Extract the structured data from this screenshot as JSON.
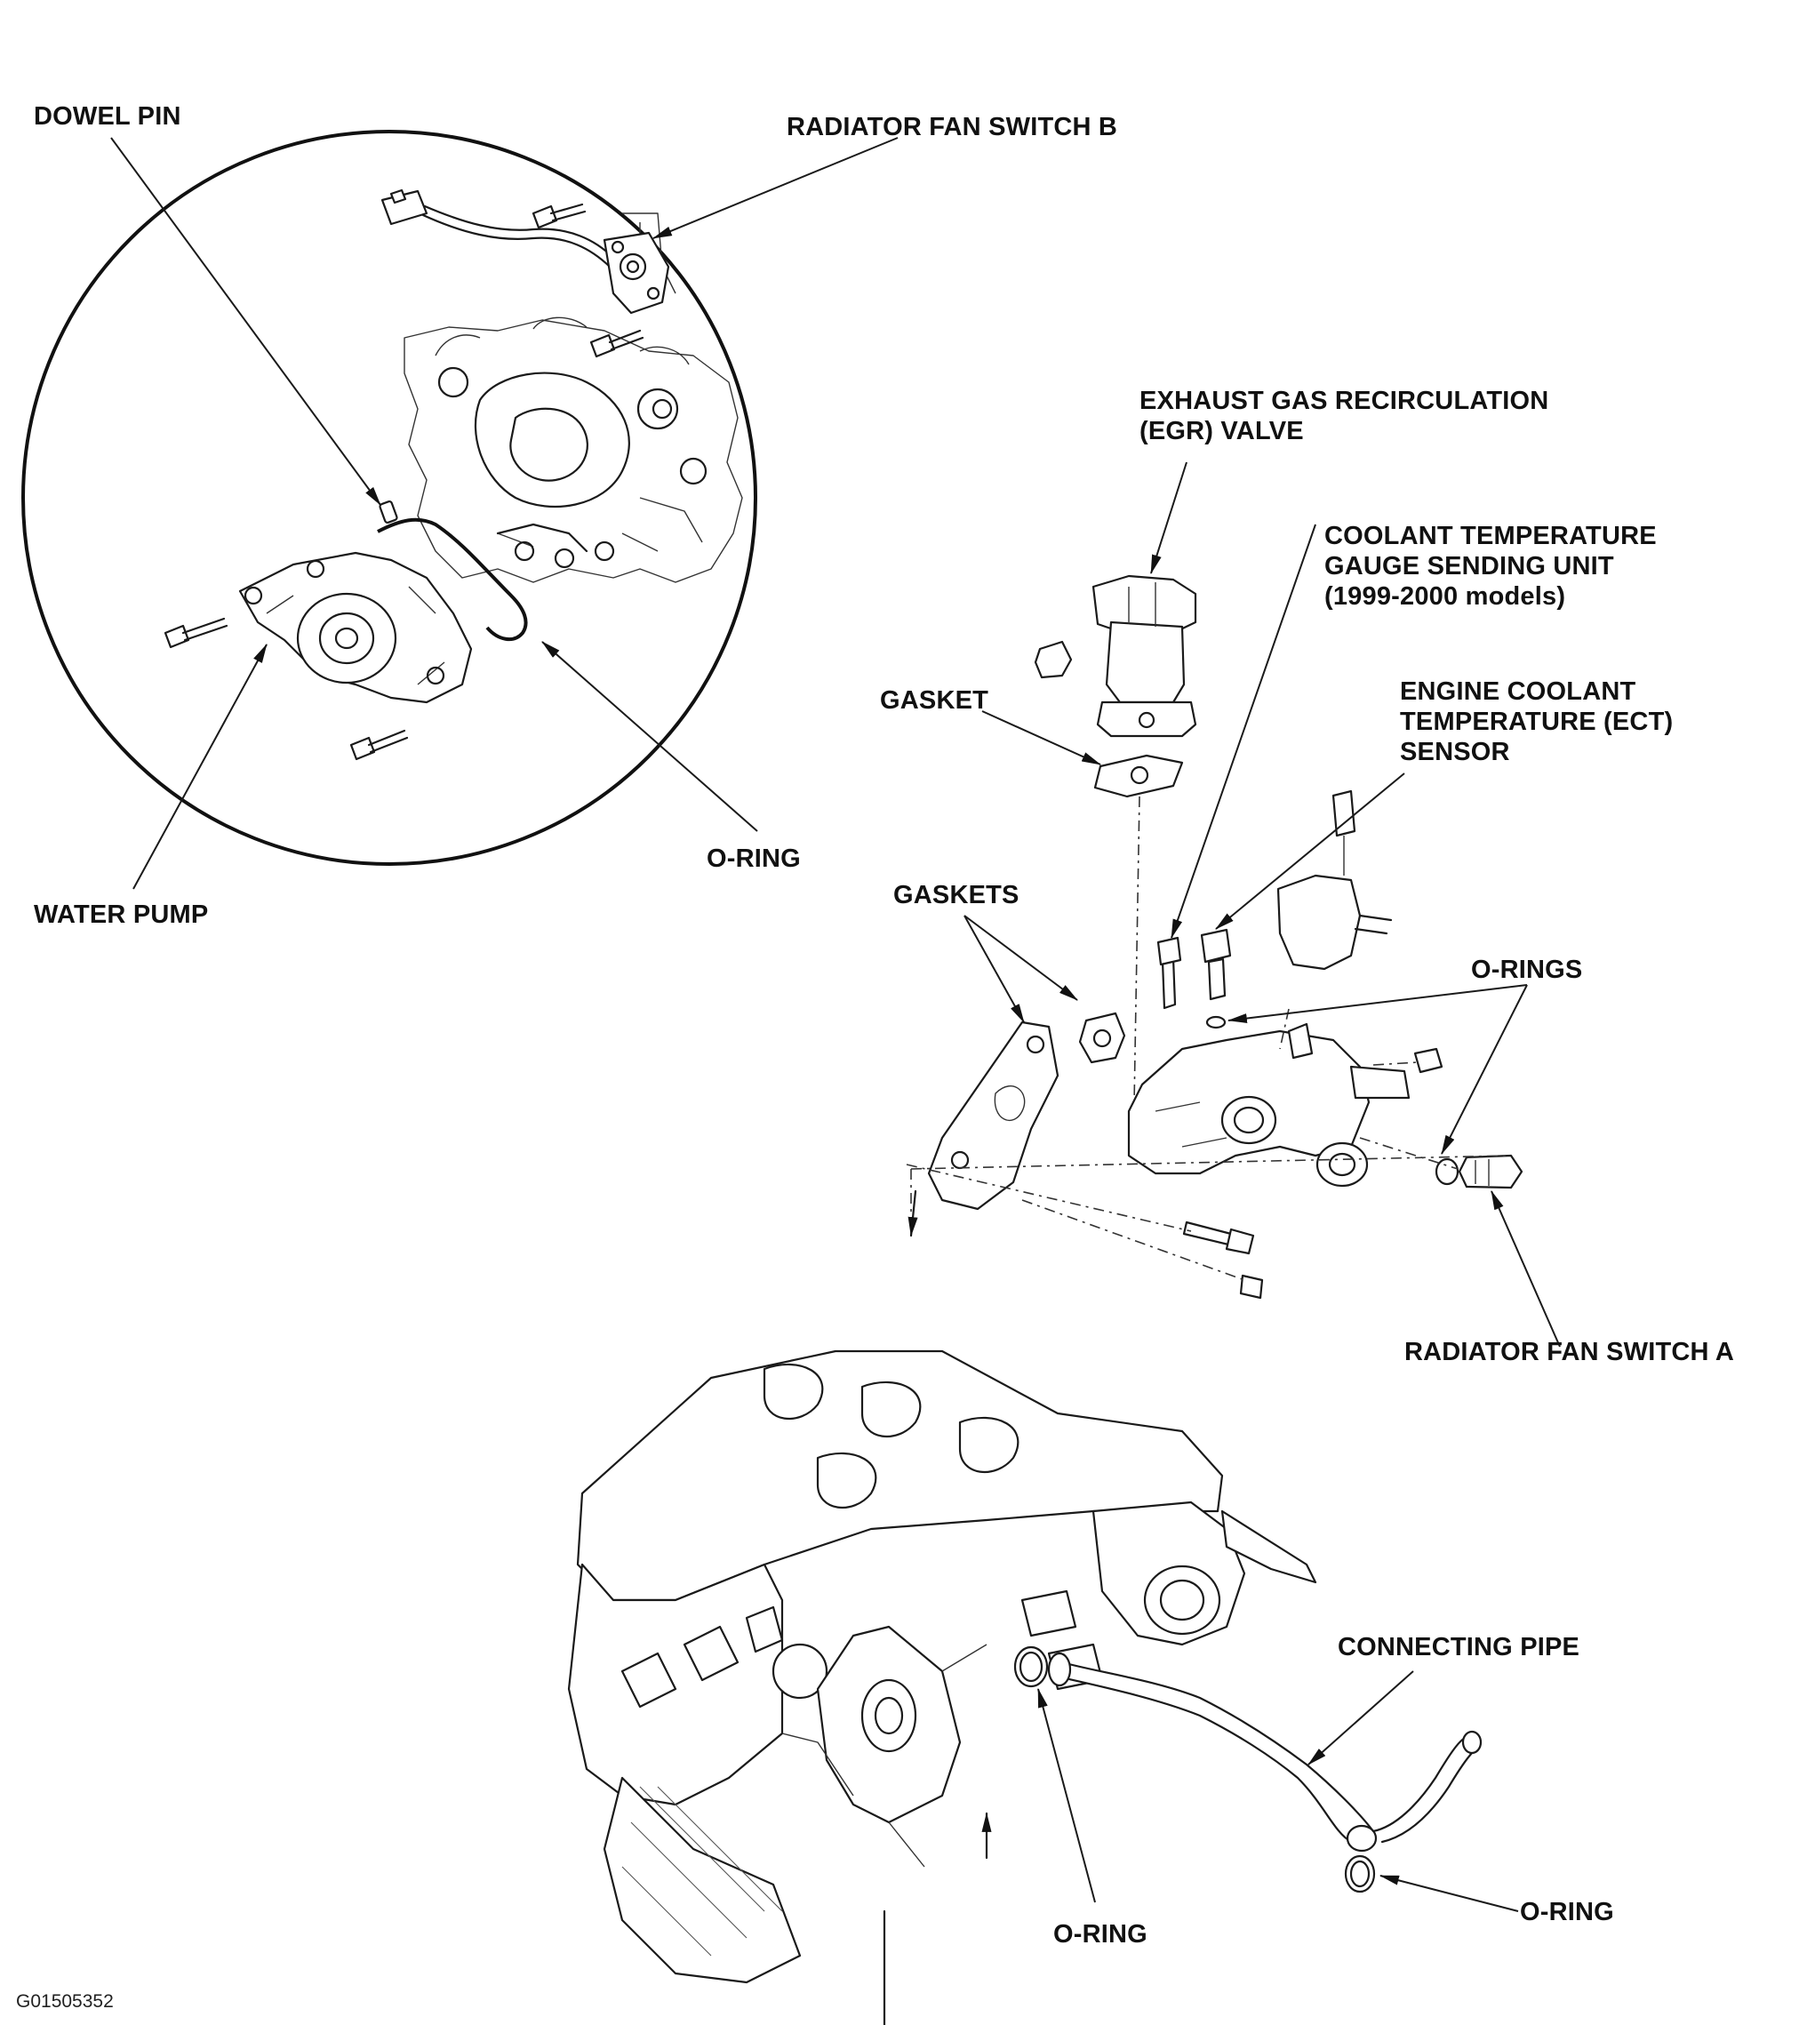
{
  "labels": {
    "dowel_pin": "DOWEL PIN",
    "fan_switch_b": "RADIATOR FAN SWITCH B",
    "egr_line1": "EXHAUST GAS RECIRCULATION",
    "egr_line2": "(EGR) VALVE",
    "gauge_line1": "COOLANT TEMPERATURE",
    "gauge_line2": "GAUGE SENDING UNIT",
    "gauge_line3": "(1999-2000 models)",
    "gasket": "GASKET",
    "ect_line1": "ENGINE COOLANT",
    "ect_line2": "TEMPERATURE (ECT)",
    "ect_line3": "SENSOR",
    "o_ring_pump": "O-RING",
    "water_pump": "WATER PUMP",
    "gaskets": "GASKETS",
    "o_rings": "O-RINGS",
    "fan_switch_a": "RADIATOR FAN SWITCH A",
    "connecting_pipe": "CONNECTING PIPE",
    "o_ring_engine": "O-RING",
    "o_ring_pipe": "O-RING"
  },
  "figure_id": "G01505352"
}
